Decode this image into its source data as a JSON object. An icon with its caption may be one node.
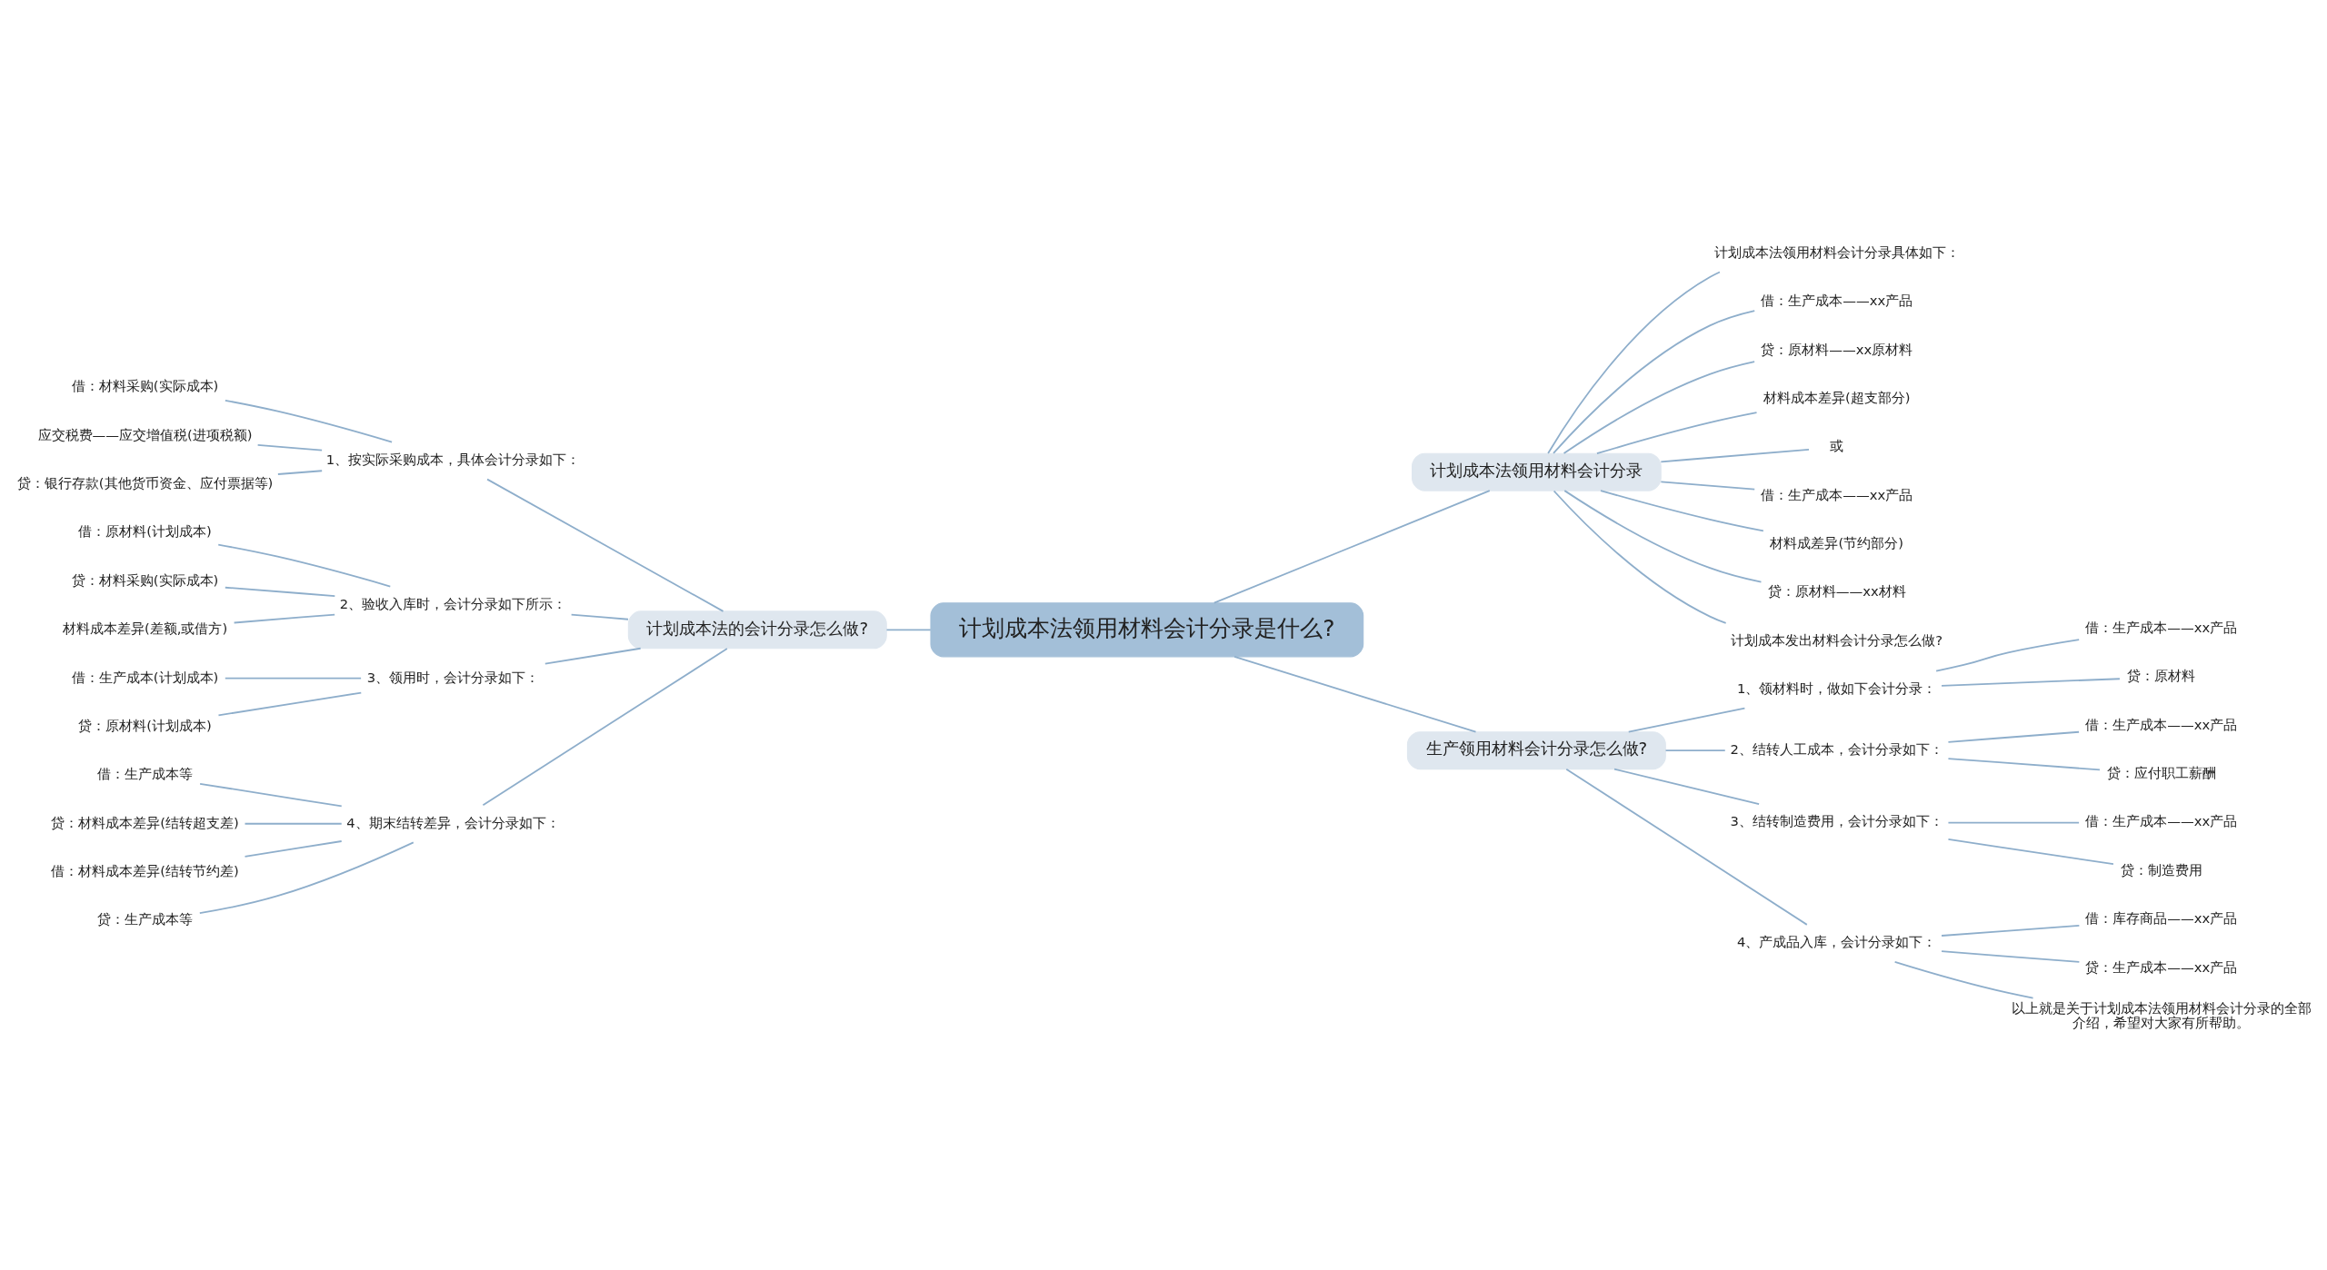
{
  "diagram": {
    "nodes": [
      {
        "text": [
          "计划成本法领用材料会计分录是什么?"
        ]
      },
      {
        "text": [
          "计划成本法领用材料会计分录"
        ]
      },
      {
        "text": [
          "计划成本法领用材料会计分录具体如下："
        ]
      },
      {
        "text": [
          "借：生产成本——xx产品"
        ]
      },
      {
        "text": [
          "贷：原材料——xx原材料"
        ]
      },
      {
        "text": [
          "材料成本差异(超支部分)"
        ]
      },
      {
        "text": [
          "或"
        ]
      },
      {
        "text": [
          "借：生产成本——xx产品"
        ]
      },
      {
        "text": [
          "材料成差异(节约部分)"
        ]
      },
      {
        "text": [
          "贷：原材料——xx材料"
        ]
      },
      {
        "text": [
          "计划成本发出材料会计分录怎么做?"
        ]
      },
      {
        "text": [
          "生产领用材料会计分录怎么做?"
        ]
      },
      {
        "text": [
          "1、领材料时，做如下会计分录："
        ]
      },
      {
        "text": [
          "借：生产成本——xx产品"
        ]
      },
      {
        "text": [
          "贷：原材料"
        ]
      },
      {
        "text": [
          "2、结转人工成本，会计分录如下："
        ]
      },
      {
        "text": [
          "借：生产成本——xx产品"
        ]
      },
      {
        "text": [
          "贷：应付职工薪酬"
        ]
      },
      {
        "text": [
          "3、结转制造费用，会计分录如下："
        ]
      },
      {
        "text": [
          "借：生产成本——xx产品"
        ]
      },
      {
        "text": [
          "贷：制造费用"
        ]
      },
      {
        "text": [
          "4、产成品入库，会计分录如下："
        ]
      },
      {
        "text": [
          "借：库存商品——xx产品"
        ]
      },
      {
        "text": [
          "贷：生产成本——xx产品"
        ]
      },
      {
        "text": [
          "以上就是关于计划成本法领用材料会计分录的全部介绍，希望对大家有所帮助。"
        ]
      },
      {
        "text": [
          "计划成本法的会计分录怎么做?"
        ]
      },
      {
        "text": [
          "1、按实际采购成本，具体会计分录如下："
        ]
      },
      {
        "text": [
          "借：材料采购(实际成本)"
        ]
      },
      {
        "text": [
          "应交税费——应交增值税(进项税额)"
        ]
      },
      {
        "text": [
          "贷：银行存款(其他货币资金、应付票据等)"
        ]
      },
      {
        "text": [
          "2、验收入库时，会计分录如下所示："
        ]
      },
      {
        "text": [
          "借：原材料(计划成本)"
        ]
      },
      {
        "text": [
          "贷：材料采购(实际成本)"
        ]
      },
      {
        "text": [
          "材料成本差异(差额,或借方)"
        ]
      },
      {
        "text": [
          "3、领用时，会计分录如下："
        ]
      },
      {
        "text": [
          "借：生产成本(计划成本)"
        ]
      },
      {
        "text": [
          "贷：原材料(计划成本)"
        ]
      },
      {
        "text": [
          "4、期末结转差异，会计分录如下："
        ]
      },
      {
        "text": [
          "借：生产成本等"
        ]
      },
      {
        "text": [
          "贷：材料成本差异(结转超支差)"
        ]
      },
      {
        "text": [
          "借：材料成本差异(结转节约差)"
        ]
      },
      {
        "text": [
          "贷：生产成本等"
        ]
      }
    ],
    "edges": [
      {
        "from": 0,
        "to": 1,
        "arrow": "none"
      },
      {
        "from": 1,
        "to": 2,
        "arrow": "none"
      },
      {
        "from": 1,
        "to": 3,
        "arrow": "none"
      },
      {
        "from": 1,
        "to": 4,
        "arrow": "none"
      },
      {
        "from": 1,
        "to": 5,
        "arrow": "none"
      },
      {
        "from": 1,
        "to": 6,
        "arrow": "none"
      },
      {
        "from": 1,
        "to": 7,
        "arrow": "none"
      },
      {
        "from": 1,
        "to": 8,
        "arrow": "none"
      },
      {
        "from": 1,
        "to": 9,
        "arrow": "none"
      },
      {
        "from": 1,
        "to": 10,
        "arrow": "none"
      },
      {
        "from": 0,
        "to": 11,
        "arrow": "none"
      },
      {
        "from": 11,
        "to": 12,
        "arrow": "none"
      },
      {
        "from": 12,
        "to": 13,
        "arrow": "none"
      },
      {
        "from": 12,
        "to": 14,
        "arrow": "none"
      },
      {
        "from": 11,
        "to": 15,
        "arrow": "none"
      },
      {
        "from": 15,
        "to": 16,
        "arrow": "none"
      },
      {
        "from": 15,
        "to": 17,
        "arrow": "none"
      },
      {
        "from": 11,
        "to": 18,
        "arrow": "none"
      },
      {
        "from": 18,
        "to": 19,
        "arrow": "none"
      },
      {
        "from": 18,
        "to": 20,
        "arrow": "none"
      },
      {
        "from": 11,
        "to": 21,
        "arrow": "none"
      },
      {
        "from": 21,
        "to": 22,
        "arrow": "none"
      },
      {
        "from": 21,
        "to": 23,
        "arrow": "none"
      },
      {
        "from": 21,
        "to": 24,
        "arrow": "none"
      },
      {
        "from": 0,
        "to": 25,
        "arrow": "none"
      },
      {
        "from": 25,
        "to": 26,
        "arrow": "none"
      },
      {
        "from": 26,
        "to": 27,
        "arrow": "none"
      },
      {
        "from": 26,
        "to": 28,
        "arrow": "none"
      },
      {
        "from": 26,
        "to": 29,
        "arrow": "none"
      },
      {
        "from": 25,
        "to": 30,
        "arrow": "none"
      },
      {
        "from": 30,
        "to": 31,
        "arrow": "none"
      },
      {
        "from": 30,
        "to": 32,
        "arrow": "none"
      },
      {
        "from": 30,
        "to": 33,
        "arrow": "none"
      },
      {
        "from": 25,
        "to": 34,
        "arrow": "none"
      },
      {
        "from": 34,
        "to": 35,
        "arrow": "none"
      },
      {
        "from": 34,
        "to": 36,
        "arrow": "none"
      },
      {
        "from": 25,
        "to": 37,
        "arrow": "none"
      },
      {
        "from": 37,
        "to": 38,
        "arrow": "none"
      },
      {
        "from": 37,
        "to": 39,
        "arrow": "none"
      },
      {
        "from": 37,
        "to": 40,
        "arrow": "none"
      },
      {
        "from": 37,
        "to": 41,
        "arrow": "none"
      }
    ]
  }
}
